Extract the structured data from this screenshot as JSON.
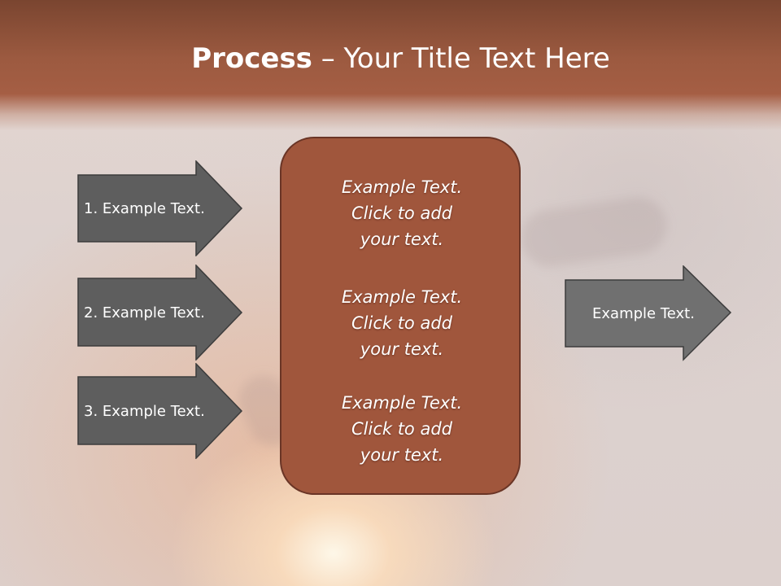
{
  "title": {
    "bold": "Process",
    "rest": " – Your Title Text Here"
  },
  "arrows": [
    {
      "label": "1. Example Text."
    },
    {
      "label": "2. Example Text."
    },
    {
      "label": "3. Example Text."
    }
  ],
  "center": {
    "blocks": [
      {
        "line1": "Example Text.",
        "line2": "Click  to add",
        "line3": "your text."
      },
      {
        "line1": "Example Text.",
        "line2": "Click  to add",
        "line3": "your text."
      },
      {
        "line1": "Example Text.",
        "line2": "Click  to add",
        "line3": "your text."
      }
    ]
  },
  "output_arrow": {
    "label": "Example Text."
  },
  "colors": {
    "header": "#9c5a40",
    "center_box": "#a0563c",
    "arrow_fill": "#5e5e5e",
    "output_arrow_fill": "#707070"
  }
}
